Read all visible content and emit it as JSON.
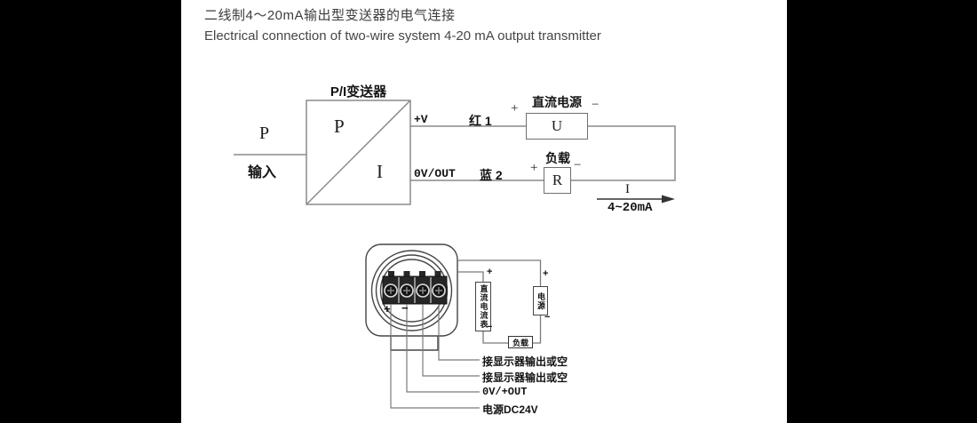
{
  "page": {
    "background": "#ffffff",
    "side_bar_color": "#000000"
  },
  "header": {
    "title_cn": "二线制4～20mA输出型变送器的电气连接",
    "title_en": "Electrical connection of two-wire system 4-20 mA output transmitter"
  },
  "top_diagram": {
    "transmitter_title": "P/I变送器",
    "input_symbol": "P",
    "input_label": "输入",
    "box_p": "P",
    "box_i": "I",
    "out_pos_terminal": "+V",
    "out_pos_wire": "红 1",
    "out_neg_terminal": "0V/OUT",
    "out_neg_wire": "蓝 2",
    "supply_title": "直流电源",
    "supply_symbol": "U",
    "supply_plus": "+",
    "supply_minus": "−",
    "load_title": "负载",
    "load_symbol": "R",
    "load_plus": "+",
    "load_minus": "−",
    "current_symbol": "I",
    "current_range": "4~20mA"
  },
  "bottom_diagram": {
    "terminal_plus": "+",
    "terminal_minus": "−",
    "ammeter_label": "直流电流表",
    "ammeter_plus": "+",
    "ammeter_minus": "−",
    "supply_label": "电源",
    "supply_plus": "+",
    "supply_minus": "−",
    "load_label": "负载",
    "wire_labels": [
      "接显示器输出或空",
      "接显示器输出或空",
      "0V/+OUT",
      "电源DC24V"
    ]
  }
}
